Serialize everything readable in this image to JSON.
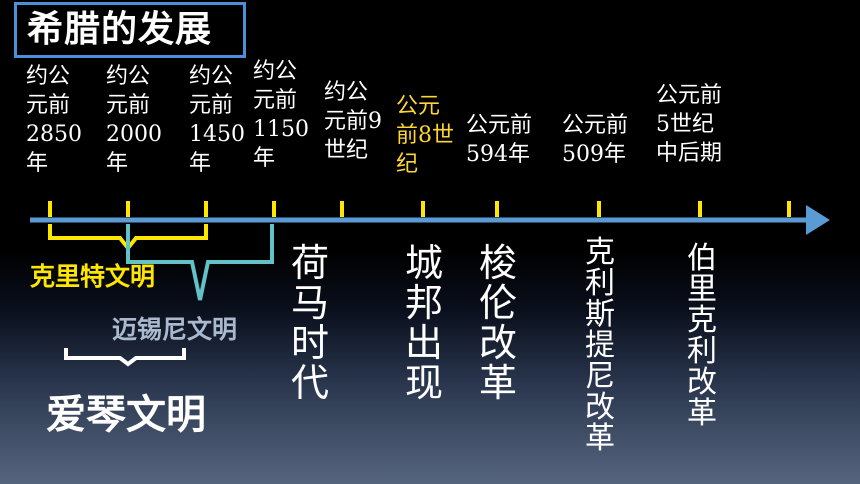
{
  "title": "希腊的发展",
  "dates": [
    "约公\n元前\n2850\n年",
    "约公\n元前\n2000\n年",
    "约公\n元前\n1450\n年",
    "约公\n元前\n1150\n年",
    "约公\n元前9\n世纪",
    "公元\n前8世\n纪",
    "公元前\n594年",
    "公元前\n509年",
    "公元前\n5世纪\n中后期"
  ],
  "events": [
    "荷马时代",
    "城邦出现",
    "梭伦改革",
    "克利斯提尼改革",
    "伯里克利改革"
  ],
  "civilizations": {
    "crete": "克里特文明",
    "mycenae": "迈锡尼文明",
    "aegean": "爱琴文明"
  },
  "colors": {
    "axis": "#5b9bd5",
    "tick": "#ffe600",
    "crete_bracket": "#ffe600",
    "mycenae_bracket": "#62c2c5",
    "aegean_bracket": "#ffffff",
    "highlight_text": "#ffd633"
  }
}
